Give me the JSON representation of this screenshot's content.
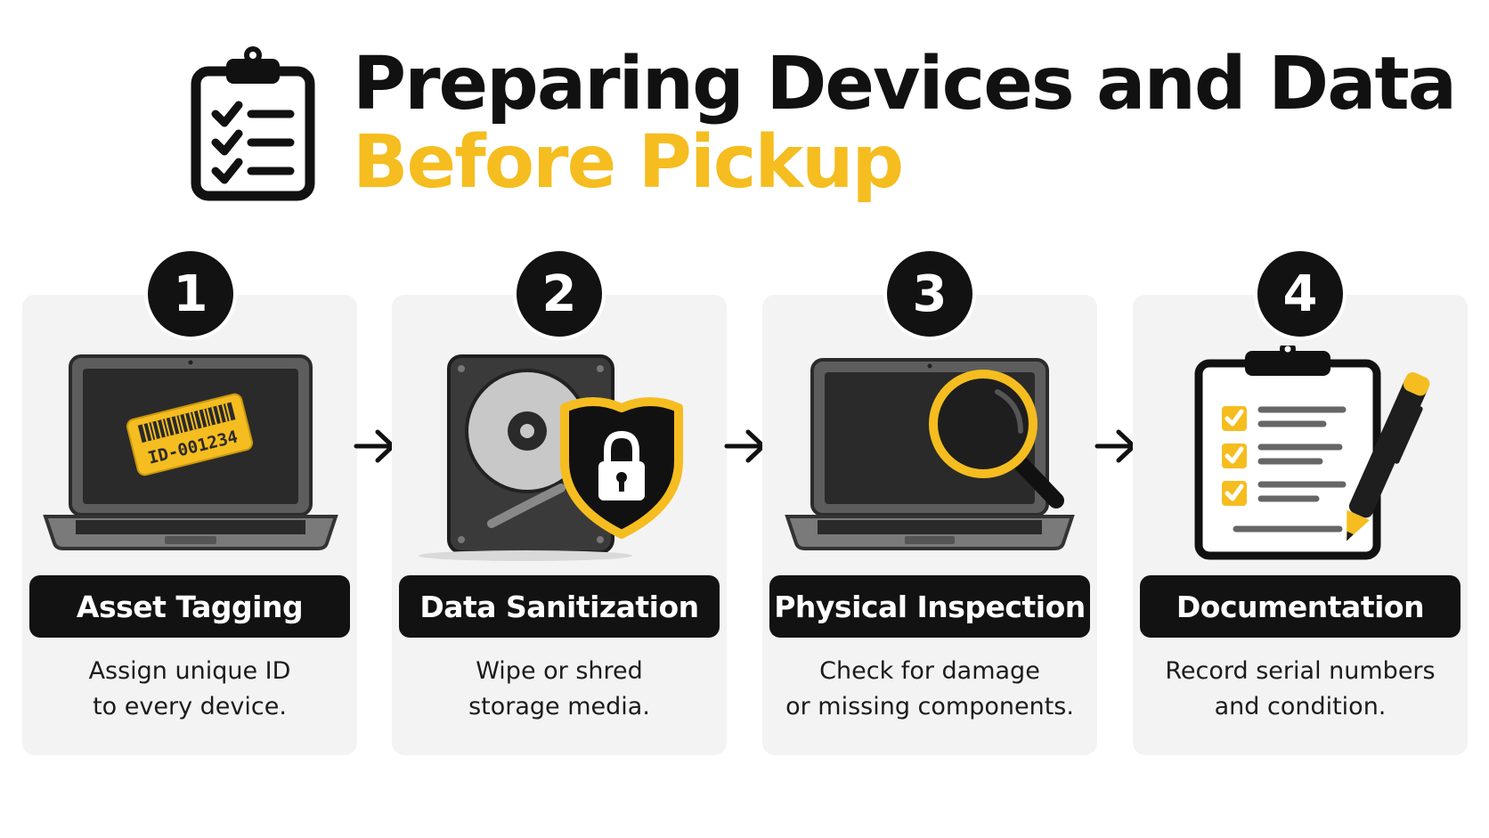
{
  "header": {
    "title_line_1": "Preparing Devices and Data",
    "title_line_2": "Before Pickup",
    "icon": "clipboard-checklist-icon"
  },
  "colors": {
    "accent": "#f5bd1f",
    "dark": "#121212",
    "card_background": "#f3f3f3",
    "device_grey": "#6b6b6b"
  },
  "steps": [
    {
      "number": "1",
      "label": "Asset Tagging",
      "description_line_1": "Assign unique ID",
      "description_line_2": "to every device.",
      "icon": "laptop-barcode-tag-icon",
      "tag_text": "ID-001234"
    },
    {
      "number": "2",
      "label": "Data Sanitization",
      "description_line_1": "Wipe or shred",
      "description_line_2": "storage media.",
      "icon": "hard-drive-shield-lock-icon"
    },
    {
      "number": "3",
      "label": "Physical Inspection",
      "description_line_1": "Check for damage",
      "description_line_2": "or missing components.",
      "icon": "laptop-magnifier-icon"
    },
    {
      "number": "4",
      "label": "Documentation",
      "description_line_1": "Record serial numbers",
      "description_line_2": "and condition.",
      "icon": "clipboard-pen-checklist-icon"
    }
  ],
  "connectors": [
    "arrow-right-icon",
    "arrow-right-icon",
    "arrow-right-icon"
  ]
}
